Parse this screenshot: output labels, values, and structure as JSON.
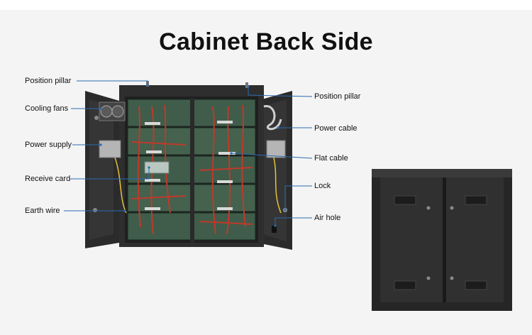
{
  "title": "Cabinet Back Side",
  "labels": {
    "left": [
      "Position pillar",
      "Cooling fans",
      "Power supply",
      "Receive card",
      "Earth wire"
    ],
    "right": [
      "Position pillar",
      "Power cable",
      "Flat cable",
      "Lock",
      "Air hole"
    ]
  },
  "colors": {
    "background": "#f4f4f4",
    "cabinet": "#2a2a2a",
    "module": "#3f5d4a",
    "cable_red": "#c0392b",
    "wire_yellow": "#e5c33a",
    "leader_line": "#2b6cb0"
  }
}
